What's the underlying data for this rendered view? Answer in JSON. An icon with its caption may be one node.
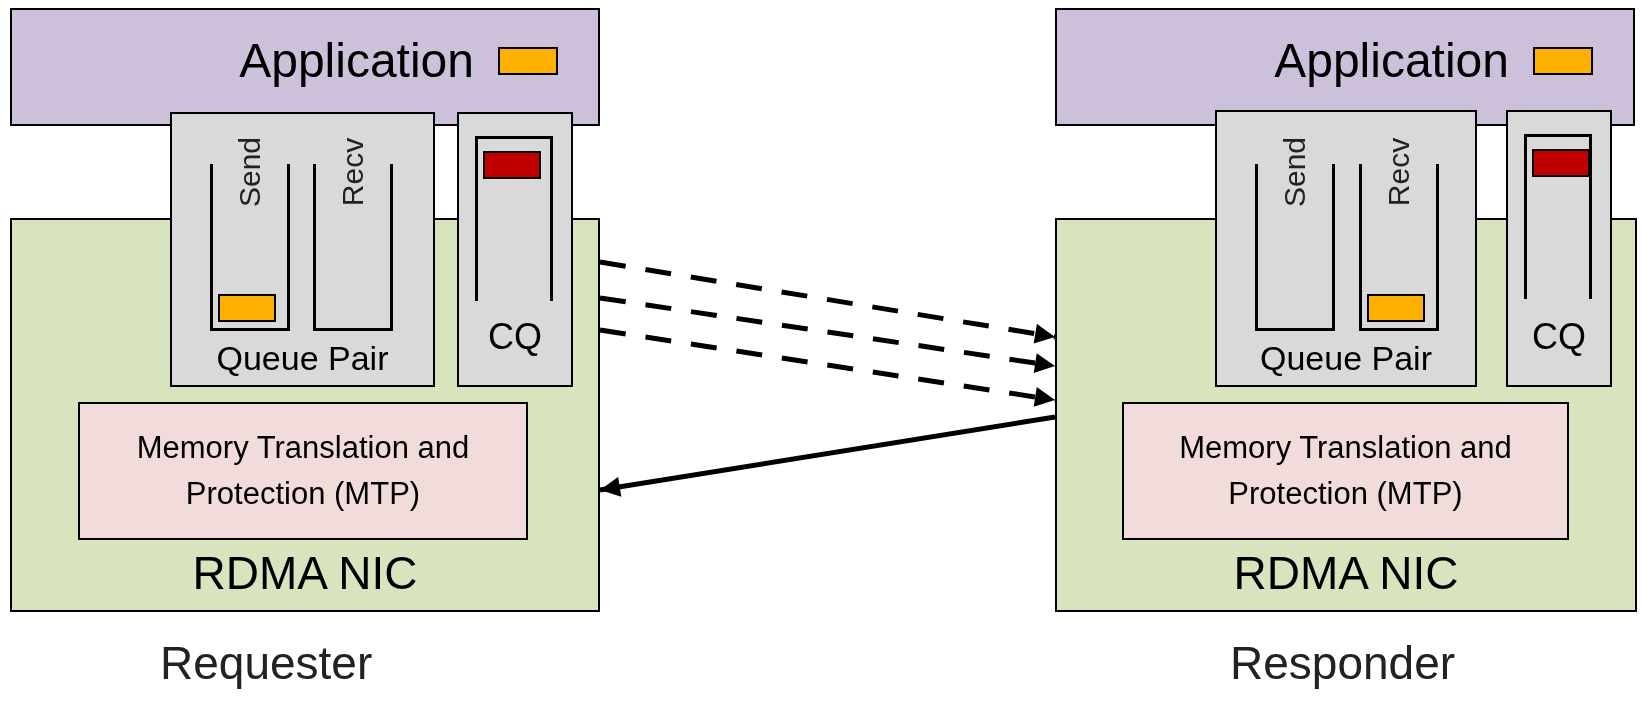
{
  "diagram": {
    "nodes": [
      {
        "text": [
          "Application"
        ]
      },
      {
        "text": [
          "RDMA NIC"
        ]
      },
      {
        "text": [
          "Queue Pair"
        ]
      },
      {
        "text": [
          "Send"
        ],
        "in": 2
      },
      {
        "text": [
          "Recv"
        ],
        "in": 2
      },
      {
        "text": [
          "CQ"
        ]
      },
      {
        "text": [
          "Memory Translation and Protection (MTP)"
        ],
        "in": 1
      },
      {
        "text": [
          "Application"
        ]
      },
      {
        "text": [
          "RDMA NIC"
        ]
      },
      {
        "text": [
          "Queue Pair"
        ]
      },
      {
        "text": [
          "Send"
        ],
        "in": 9
      },
      {
        "text": [
          "Recv"
        ],
        "in": 9
      },
      {
        "text": [
          "CQ"
        ]
      },
      {
        "text": [
          "Memory Translation and Protection (MTP)"
        ],
        "in": 8
      }
    ],
    "edges": [
      {
        "from": 1,
        "to": 8,
        "arrow": "to",
        "style": "dashed"
      },
      {
        "from": 1,
        "to": 8,
        "arrow": "to",
        "style": "dashed"
      },
      {
        "from": 1,
        "to": 8,
        "arrow": "to",
        "style": "dashed"
      },
      {
        "from": 8,
        "to": 1,
        "arrow": "to"
      }
    ],
    "labels": [
      "Requester",
      "Responder"
    ]
  }
}
